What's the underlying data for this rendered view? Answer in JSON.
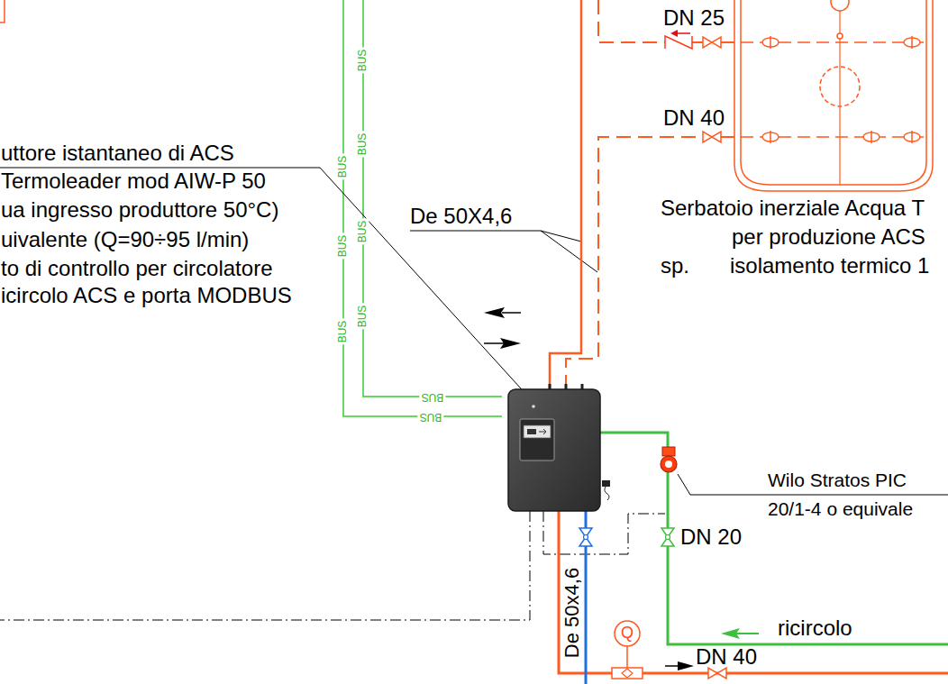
{
  "diagram": {
    "labels": [
      "DN 25",
      "DN 40",
      "uttore istantaneo di ACS",
      "Termoleader mod AIW-P 50",
      "ua ingresso produttore 50°C)",
      "uivalente (Q=90÷95 l/min)",
      "to di controllo per circolatore",
      "icircolo ACS e porta MODBUS",
      "De 50X4,6",
      "Serbatoio inerziale Acqua T",
      "per produzione ACS",
      "sp.",
      "isolamento termico 1",
      "Wilo Stratos PIC",
      "20/1-4 o equivale",
      "DN 20",
      "De 50x4,6",
      "ricircolo",
      "DN 40",
      "Q",
      "BUS",
      "BUS",
      "BUS",
      "BUS",
      "BUS",
      "BUS",
      "BUS",
      "BUS",
      "BUS"
    ]
  }
}
